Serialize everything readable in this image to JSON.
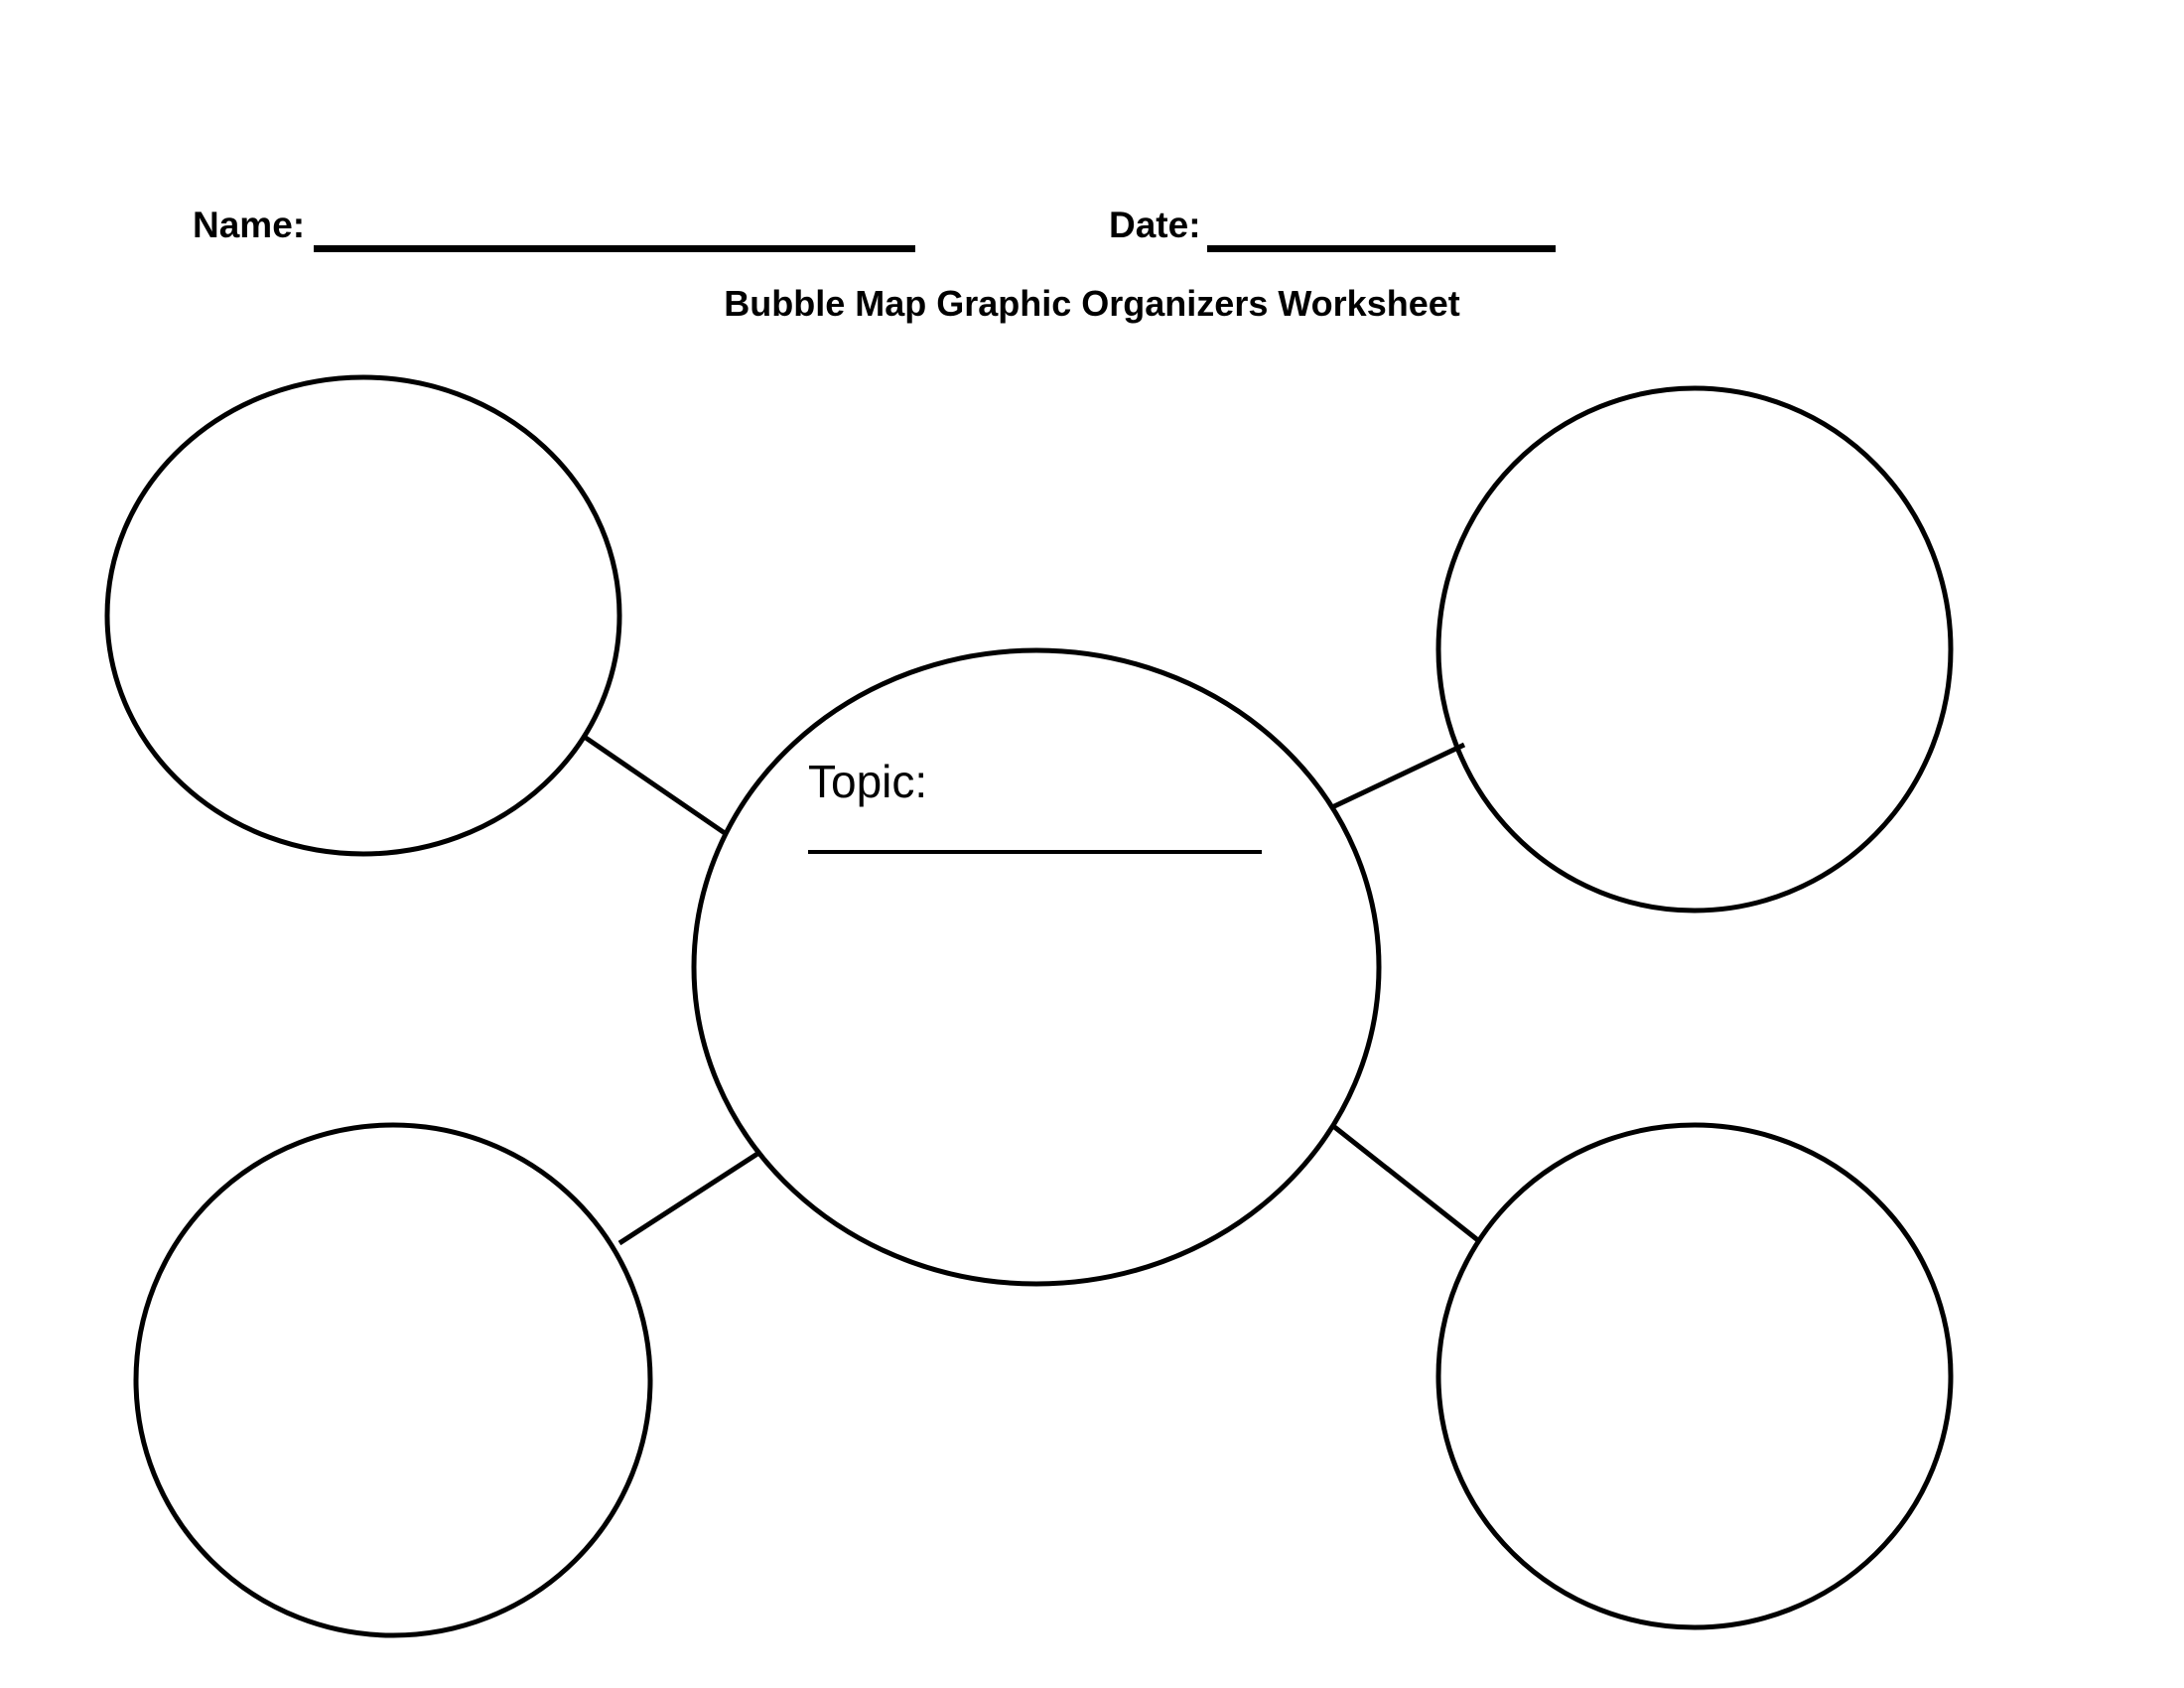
{
  "page": {
    "background": "#ffffff",
    "ink": "#000000"
  },
  "header": {
    "name_label": "Name:",
    "date_label": "Date:"
  },
  "title": "Bubble Map Graphic Organizers Worksheet",
  "center_bubble": {
    "topic_label": "Topic:"
  }
}
